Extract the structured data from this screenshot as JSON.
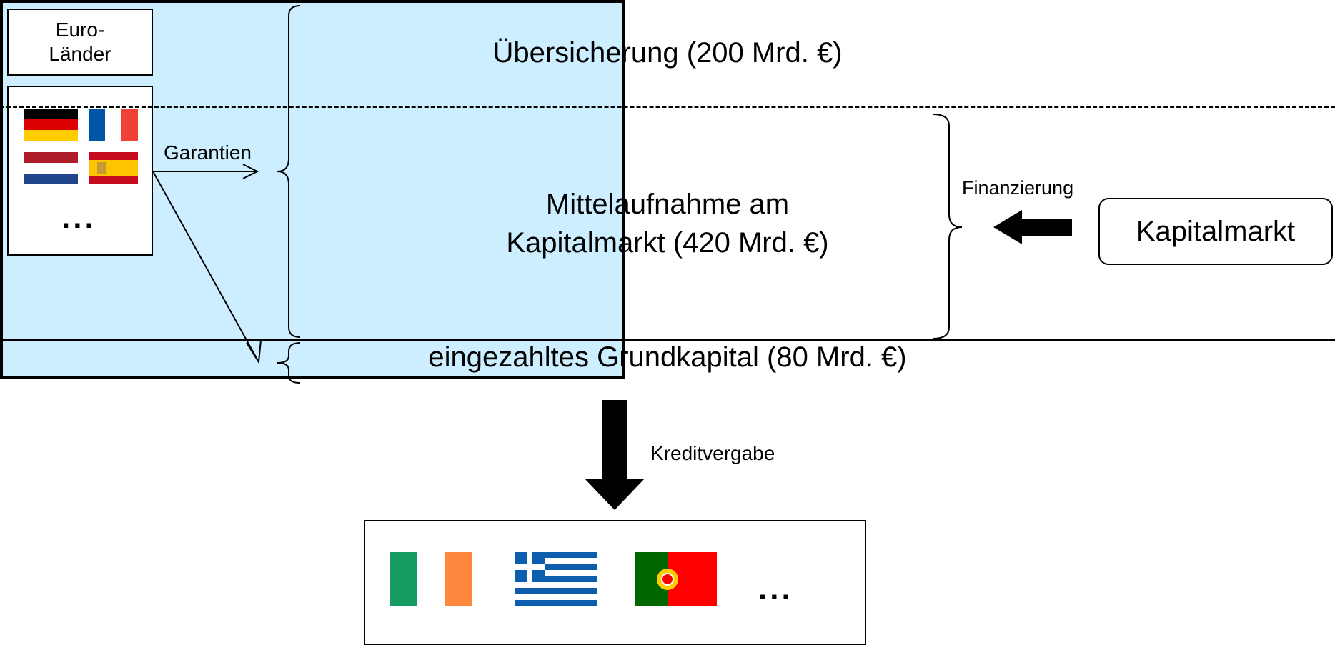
{
  "euro_countries": {
    "label_line1": "Euro-",
    "label_line2": "Länder",
    "flags": [
      "germany-flag",
      "france-flag",
      "netherlands-flag",
      "spain-flag"
    ],
    "more": "..."
  },
  "garantien_label": "Garantien",
  "fund": {
    "top_section": "Übersicherung (200 Mrd. €)",
    "middle_section_line1": "Mittelaufnahme am",
    "middle_section_line2": "Kapitalmarkt (420 Mrd. €)",
    "bottom_section": "eingezahltes Grundkapital (80 Mrd. €)"
  },
  "finanzierung_label": "Finanzierung",
  "kapitalmarkt_label": "Kapitalmarkt",
  "kreditvergabe_label": "Kreditvergabe",
  "recipients": {
    "flags": [
      "ireland-flag",
      "greece-flag",
      "portugal-flag"
    ],
    "more": "..."
  },
  "colors": {
    "fund_fill": "#cceeff",
    "germany": [
      "#000000",
      "#dd0000",
      "#ffcc00"
    ],
    "france": [
      "#0055a4",
      "#ffffff",
      "#ef4135"
    ],
    "netherlands": [
      "#ae1c28",
      "#ffffff",
      "#21468b"
    ],
    "spain": [
      "#c60b1e",
      "#ffc400",
      "#c60b1e"
    ],
    "ireland": [
      "#169b62",
      "#ffffff",
      "#ff883e"
    ],
    "greece": [
      "#0d5eaf",
      "#ffffff"
    ],
    "portugal": [
      "#006600",
      "#ff0000",
      "#ffcc00"
    ]
  }
}
